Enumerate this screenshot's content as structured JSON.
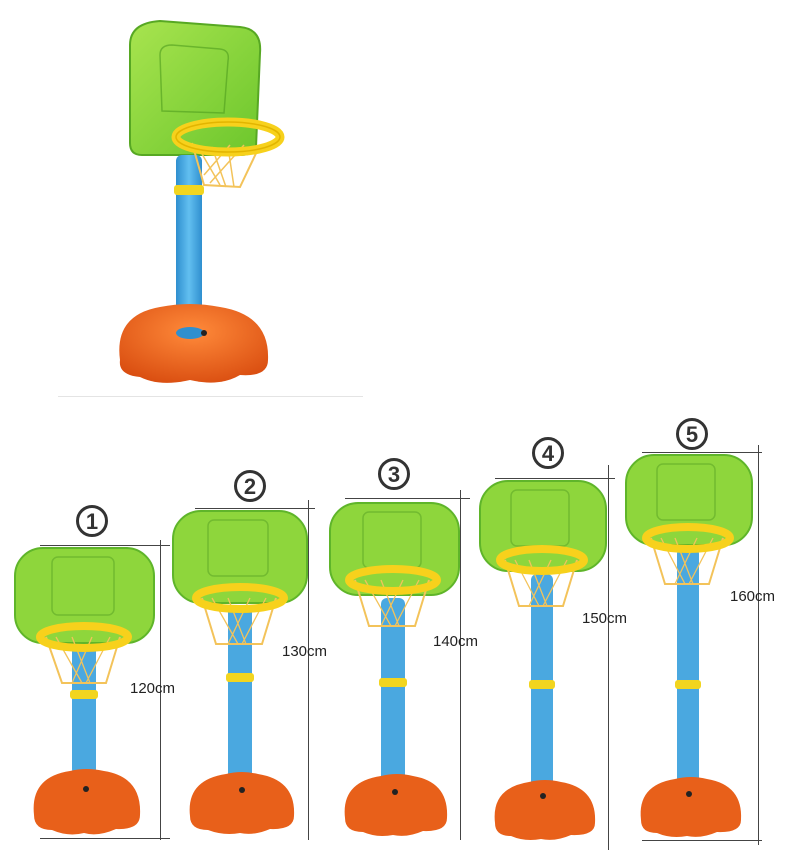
{
  "product": {
    "colors": {
      "backboard": "#8ed63c",
      "backboard_edge": "#5fb52a",
      "rim": "#f7d11c",
      "net": "#f3c35a",
      "pole": "#4aa8e0",
      "collar": "#f2d51f",
      "base": "#e8601a"
    }
  },
  "stands": [
    {
      "step_label": "1",
      "height_label": "120cm"
    },
    {
      "step_label": "2",
      "height_label": "130cm"
    },
    {
      "step_label": "3",
      "height_label": "140cm"
    },
    {
      "step_label": "4",
      "height_label": "150cm"
    },
    {
      "step_label": "5",
      "height_label": "160cm"
    }
  ]
}
